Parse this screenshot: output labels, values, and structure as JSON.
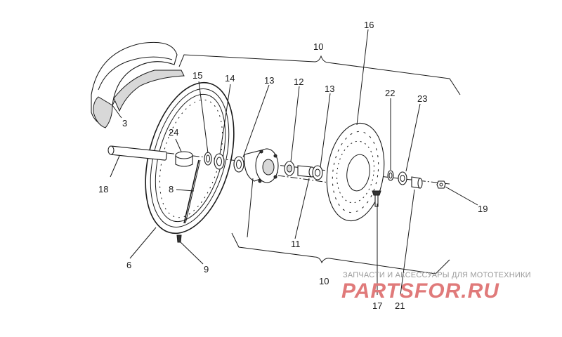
{
  "diagram": {
    "callouts": [
      "16",
      "10",
      "15",
      "14",
      "13",
      "12",
      "13",
      "22",
      "23",
      "3",
      "24",
      "18",
      "8",
      "19",
      "6",
      "9",
      "11",
      "10",
      "17",
      "21"
    ]
  },
  "watermark": {
    "subtitle": "ЗАПЧАСТИ И АКСЕССУАРЫ ДЛЯ МОТОТЕХНИКИ",
    "logo": "PARTSFOR.RU"
  }
}
